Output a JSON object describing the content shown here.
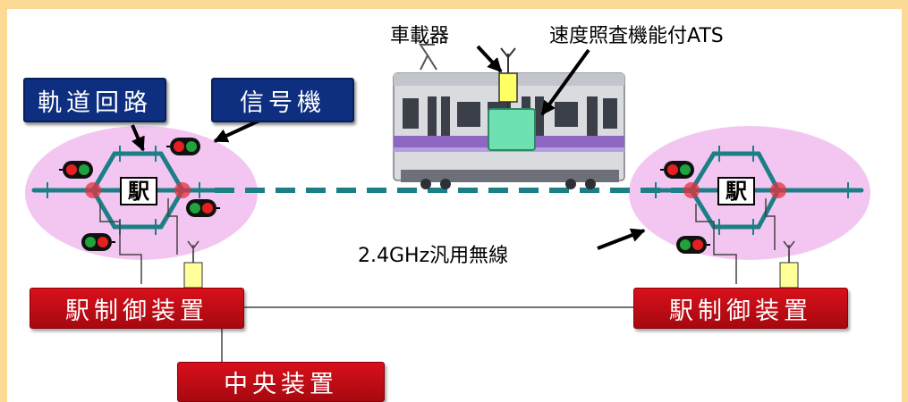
{
  "labels": {
    "track_circuit": "軌道回路",
    "signal": "信号機",
    "onboard_unit": "車載器",
    "ats": "速度照査機能付ATS",
    "radio": "2.4GHz汎用無線",
    "station": "駅",
    "station_control": "駅制御装置",
    "central_unit": "中央装置"
  },
  "colors": {
    "navy": "#0e2e80",
    "red": "#d8101a",
    "track": "#1b7f85",
    "station_zone": "#f3c6f2",
    "background": "#fcd994"
  }
}
